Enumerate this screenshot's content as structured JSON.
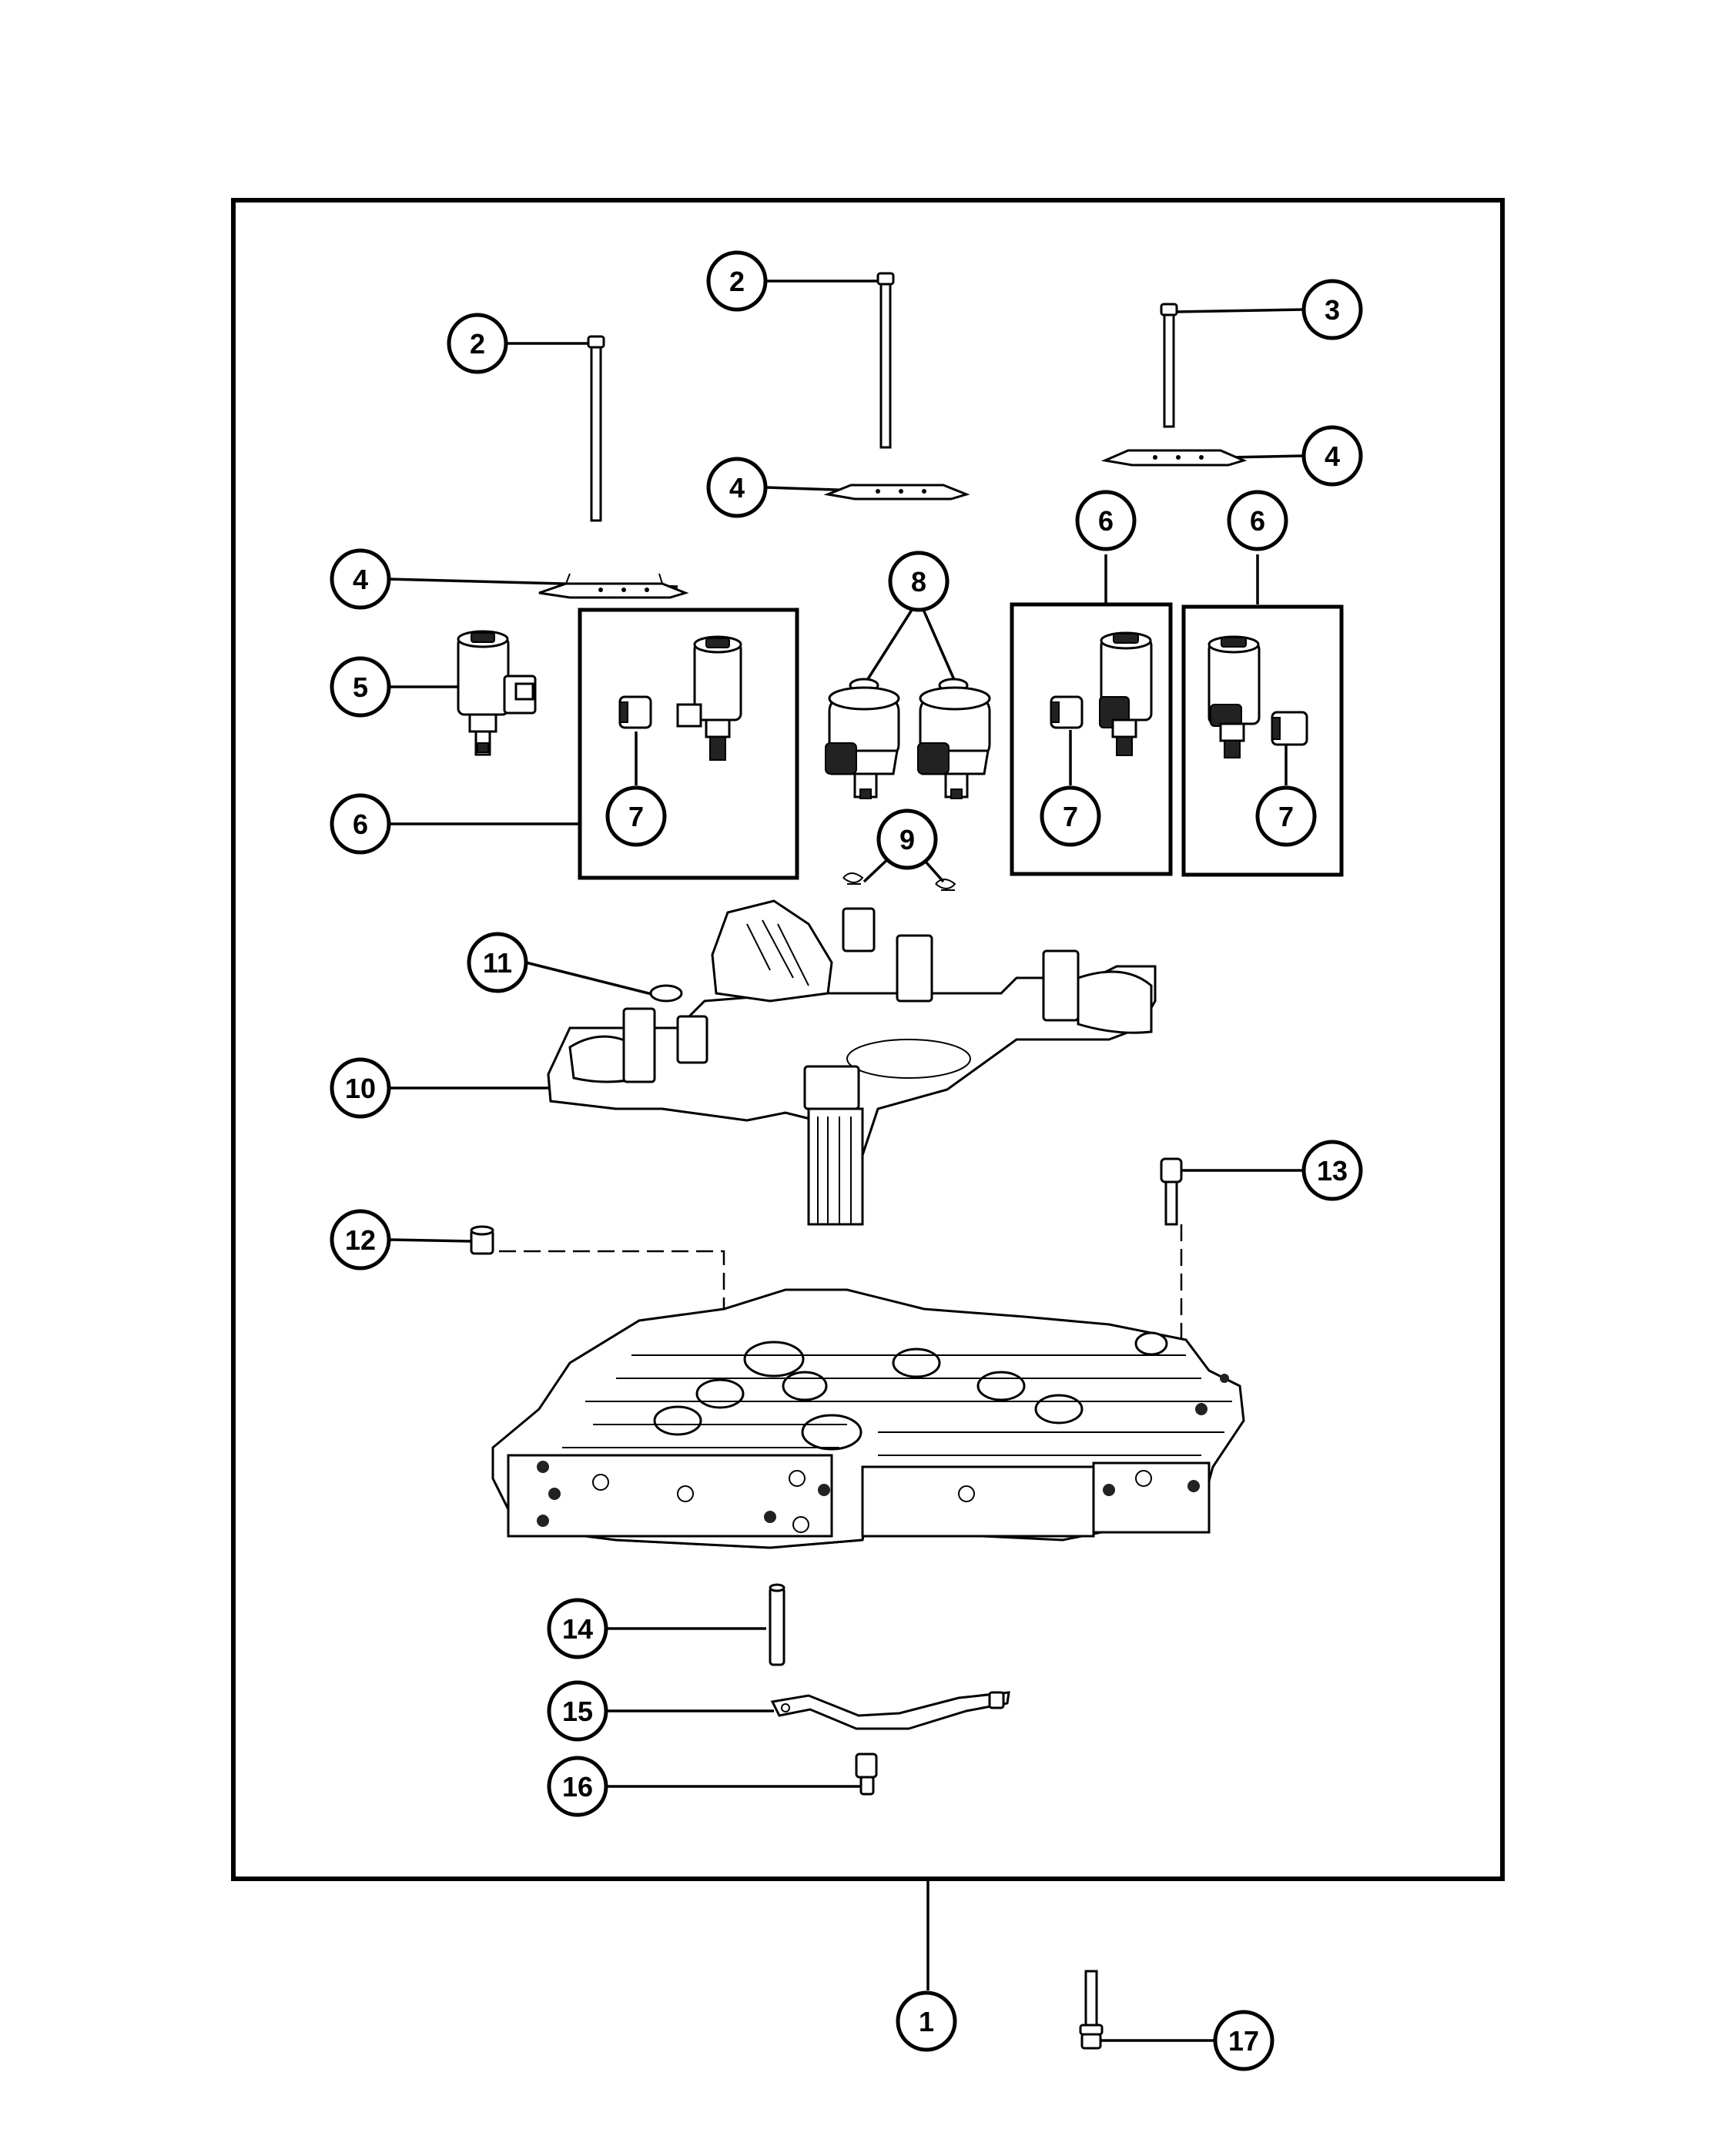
{
  "diagram": {
    "callouts": [
      {
        "id": "c-2a",
        "label": "2"
      },
      {
        "id": "c-2b",
        "label": "2"
      },
      {
        "id": "c-3",
        "label": "3"
      },
      {
        "id": "c-4a",
        "label": "4"
      },
      {
        "id": "c-4b",
        "label": "4"
      },
      {
        "id": "c-4c",
        "label": "4"
      },
      {
        "id": "c-5",
        "label": "5"
      },
      {
        "id": "c-6a",
        "label": "6"
      },
      {
        "id": "c-6b",
        "label": "6"
      },
      {
        "id": "c-6c",
        "label": "6"
      },
      {
        "id": "c-7a",
        "label": "7"
      },
      {
        "id": "c-7b",
        "label": "7"
      },
      {
        "id": "c-7c",
        "label": "7"
      },
      {
        "id": "c-8",
        "label": "8"
      },
      {
        "id": "c-9",
        "label": "9"
      },
      {
        "id": "c-10",
        "label": "10"
      },
      {
        "id": "c-11",
        "label": "11"
      },
      {
        "id": "c-12",
        "label": "12"
      },
      {
        "id": "c-13",
        "label": "13"
      },
      {
        "id": "c-14",
        "label": "14"
      },
      {
        "id": "c-15",
        "label": "15"
      },
      {
        "id": "c-16",
        "label": "16"
      },
      {
        "id": "c-1",
        "label": "1"
      },
      {
        "id": "c-17",
        "label": "17"
      }
    ]
  }
}
